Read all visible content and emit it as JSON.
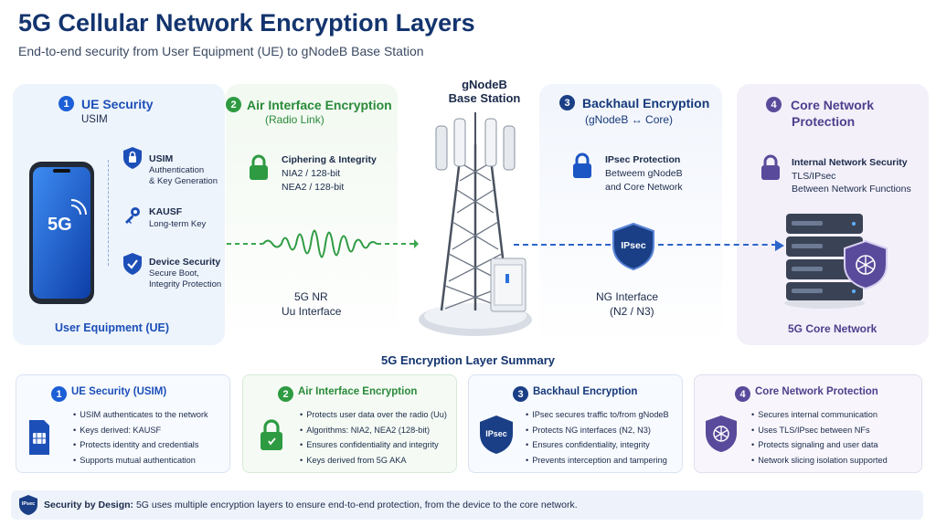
{
  "header": {
    "title": "5G Cellular Network Encryption Layers",
    "subtitle": "End-to-end security from User Equipment (UE) to gNodeB Base Station"
  },
  "ue": {
    "number": "1",
    "title": "UE Security",
    "subtitle": "USIM",
    "phone_label": "5G",
    "items": [
      {
        "title": "USIM",
        "lines": [
          "Authentication",
          "& Key Generation"
        ],
        "icon": "lock-icon"
      },
      {
        "title": "KAUSF",
        "lines": [
          "Long-term Key"
        ],
        "icon": "key-icon"
      },
      {
        "title": "Device Security",
        "lines": [
          "Secure Boot,",
          "Integrity Protection"
        ],
        "icon": "shield-check-icon"
      }
    ],
    "footer_label": "User Equipment (UE)"
  },
  "air": {
    "number": "2",
    "title": "Air Interface Encryption",
    "subtitle": "(Radio Link)",
    "item_title": "Ciphering & Integrity",
    "item_lines": [
      "NIA2 / 128-bit",
      "NEA2 / 128-bit"
    ],
    "interface_line1": "5G NR",
    "interface_line2": "Uu Interface"
  },
  "station": {
    "line1": "gNodeB",
    "line2": "Base Station"
  },
  "backhaul": {
    "number": "3",
    "title": "Backhaul Encryption",
    "subtitle": "(gNodeB ↔ Core)",
    "item_title": "IPsec Protection",
    "item_lines": [
      "Betweem gNodeB",
      "and Core Network"
    ],
    "badge": "IPsec",
    "interface_line1": "NG Interface",
    "interface_line2": "(N2 / N3)"
  },
  "core": {
    "number": "4",
    "title_line1": "Core Network",
    "title_line2": "Protection",
    "item_title": "Internal Network Security",
    "item_lines": [
      "TLS/IPsec",
      "Between Network Functions"
    ],
    "footer_label": "5G Core Network"
  },
  "summary": {
    "heading": "5G Encryption Layer Summary",
    "cards": [
      {
        "number": "1",
        "title": "UE Security (USIM)",
        "color": "#1c4fb8",
        "bullets": [
          "USIM authenticates to the network",
          "Keys derived: KAUSF",
          "Protects identity and credentials",
          "Supports mutual authentication"
        ]
      },
      {
        "number": "2",
        "title": "Air Interface Encryption",
        "color": "#2a8a3a",
        "bullets": [
          "Protects user data over the radio (Uu)",
          "Algorithms: NIA2, NEA2 (128-bit)",
          "Ensures confidentiality and integrity",
          "Keys derived from 5G AKA"
        ]
      },
      {
        "number": "3",
        "title": "Backhaul Encryption",
        "color": "#16397a",
        "badge": "IPsec",
        "bullets": [
          "IPsec secures traffic to/from gNodeB",
          "Protects NG interfaces (N2, N3)",
          "Ensures confidentiality, integrity",
          "Prevents interception and tampering"
        ]
      },
      {
        "number": "4",
        "title": "Core Network Protection",
        "color": "#4d3f8c",
        "bullets": [
          "Secures internal communication",
          "Uses TLS/IPsec between NFs",
          "Protects signaling and user data",
          "Network slicing isolation supported"
        ]
      }
    ]
  },
  "footer": {
    "badge": "IPsec",
    "lead": "Security by Design:",
    "text": "5G uses multiple encryption layers to ensure end-to-end protection, from the device to the core network."
  }
}
